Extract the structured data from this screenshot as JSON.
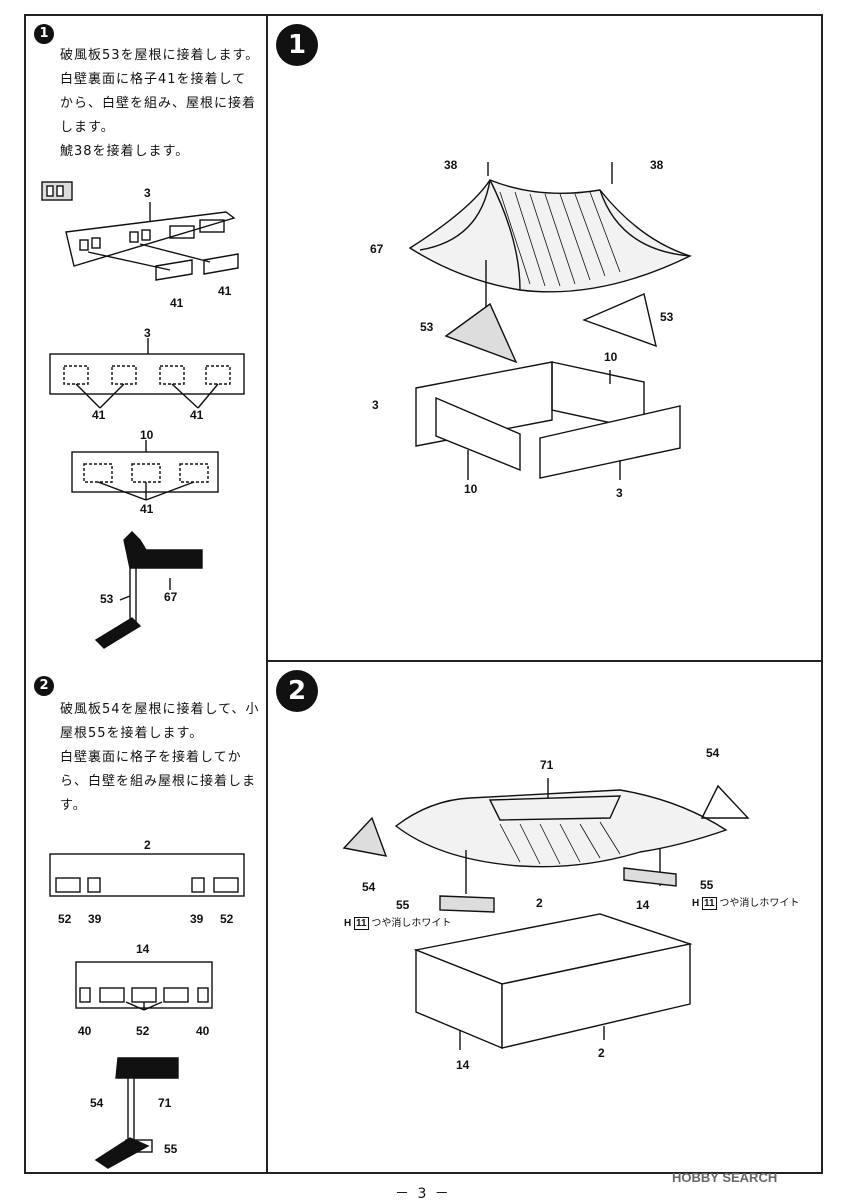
{
  "step1": {
    "number": "1",
    "instructions": [
      "破風板53を屋根に接着します。",
      "白壁裏面に格子41を接着してから、白壁を組み、屋根に接着します。",
      "鯱38を接着します。"
    ],
    "labels": {
      "a3": "3",
      "a41a": "41",
      "a41b": "41",
      "b3": "3",
      "b41a": "41",
      "b41b": "41",
      "c10": "10",
      "c41": "41",
      "d53": "53",
      "d67": "67",
      "m38a": "38",
      "m38b": "38",
      "m67": "67",
      "m53a": "53",
      "m53b": "53",
      "m10a": "10",
      "m3a": "3",
      "m10b": "10",
      "m3b": "3"
    }
  },
  "step2": {
    "number": "2",
    "instructions": [
      "破風板54を屋根に接着して、小屋根55を接着します。",
      "白壁裏面に格子を接着してから、白壁を組み屋根に接着します。"
    ],
    "labels": {
      "a2": "2",
      "a52a": "52",
      "a39a": "39",
      "a39b": "39",
      "a52b": "52",
      "b14": "14",
      "b40a": "40",
      "b52": "52",
      "b40b": "40",
      "c54": "54",
      "c71": "71",
      "c55": "55",
      "m71": "71",
      "m54a": "54",
      "m54b": "54",
      "m55a": "55",
      "m55b": "55",
      "m2a": "2",
      "m14a": "14",
      "m14b": "14",
      "m2b": "2"
    },
    "paint_note_h": "H",
    "paint_note_code": "11",
    "paint_note_text": "つや消しホワイト"
  },
  "page_number": "－ 3 －",
  "watermark": "HOBBY SEARCH"
}
